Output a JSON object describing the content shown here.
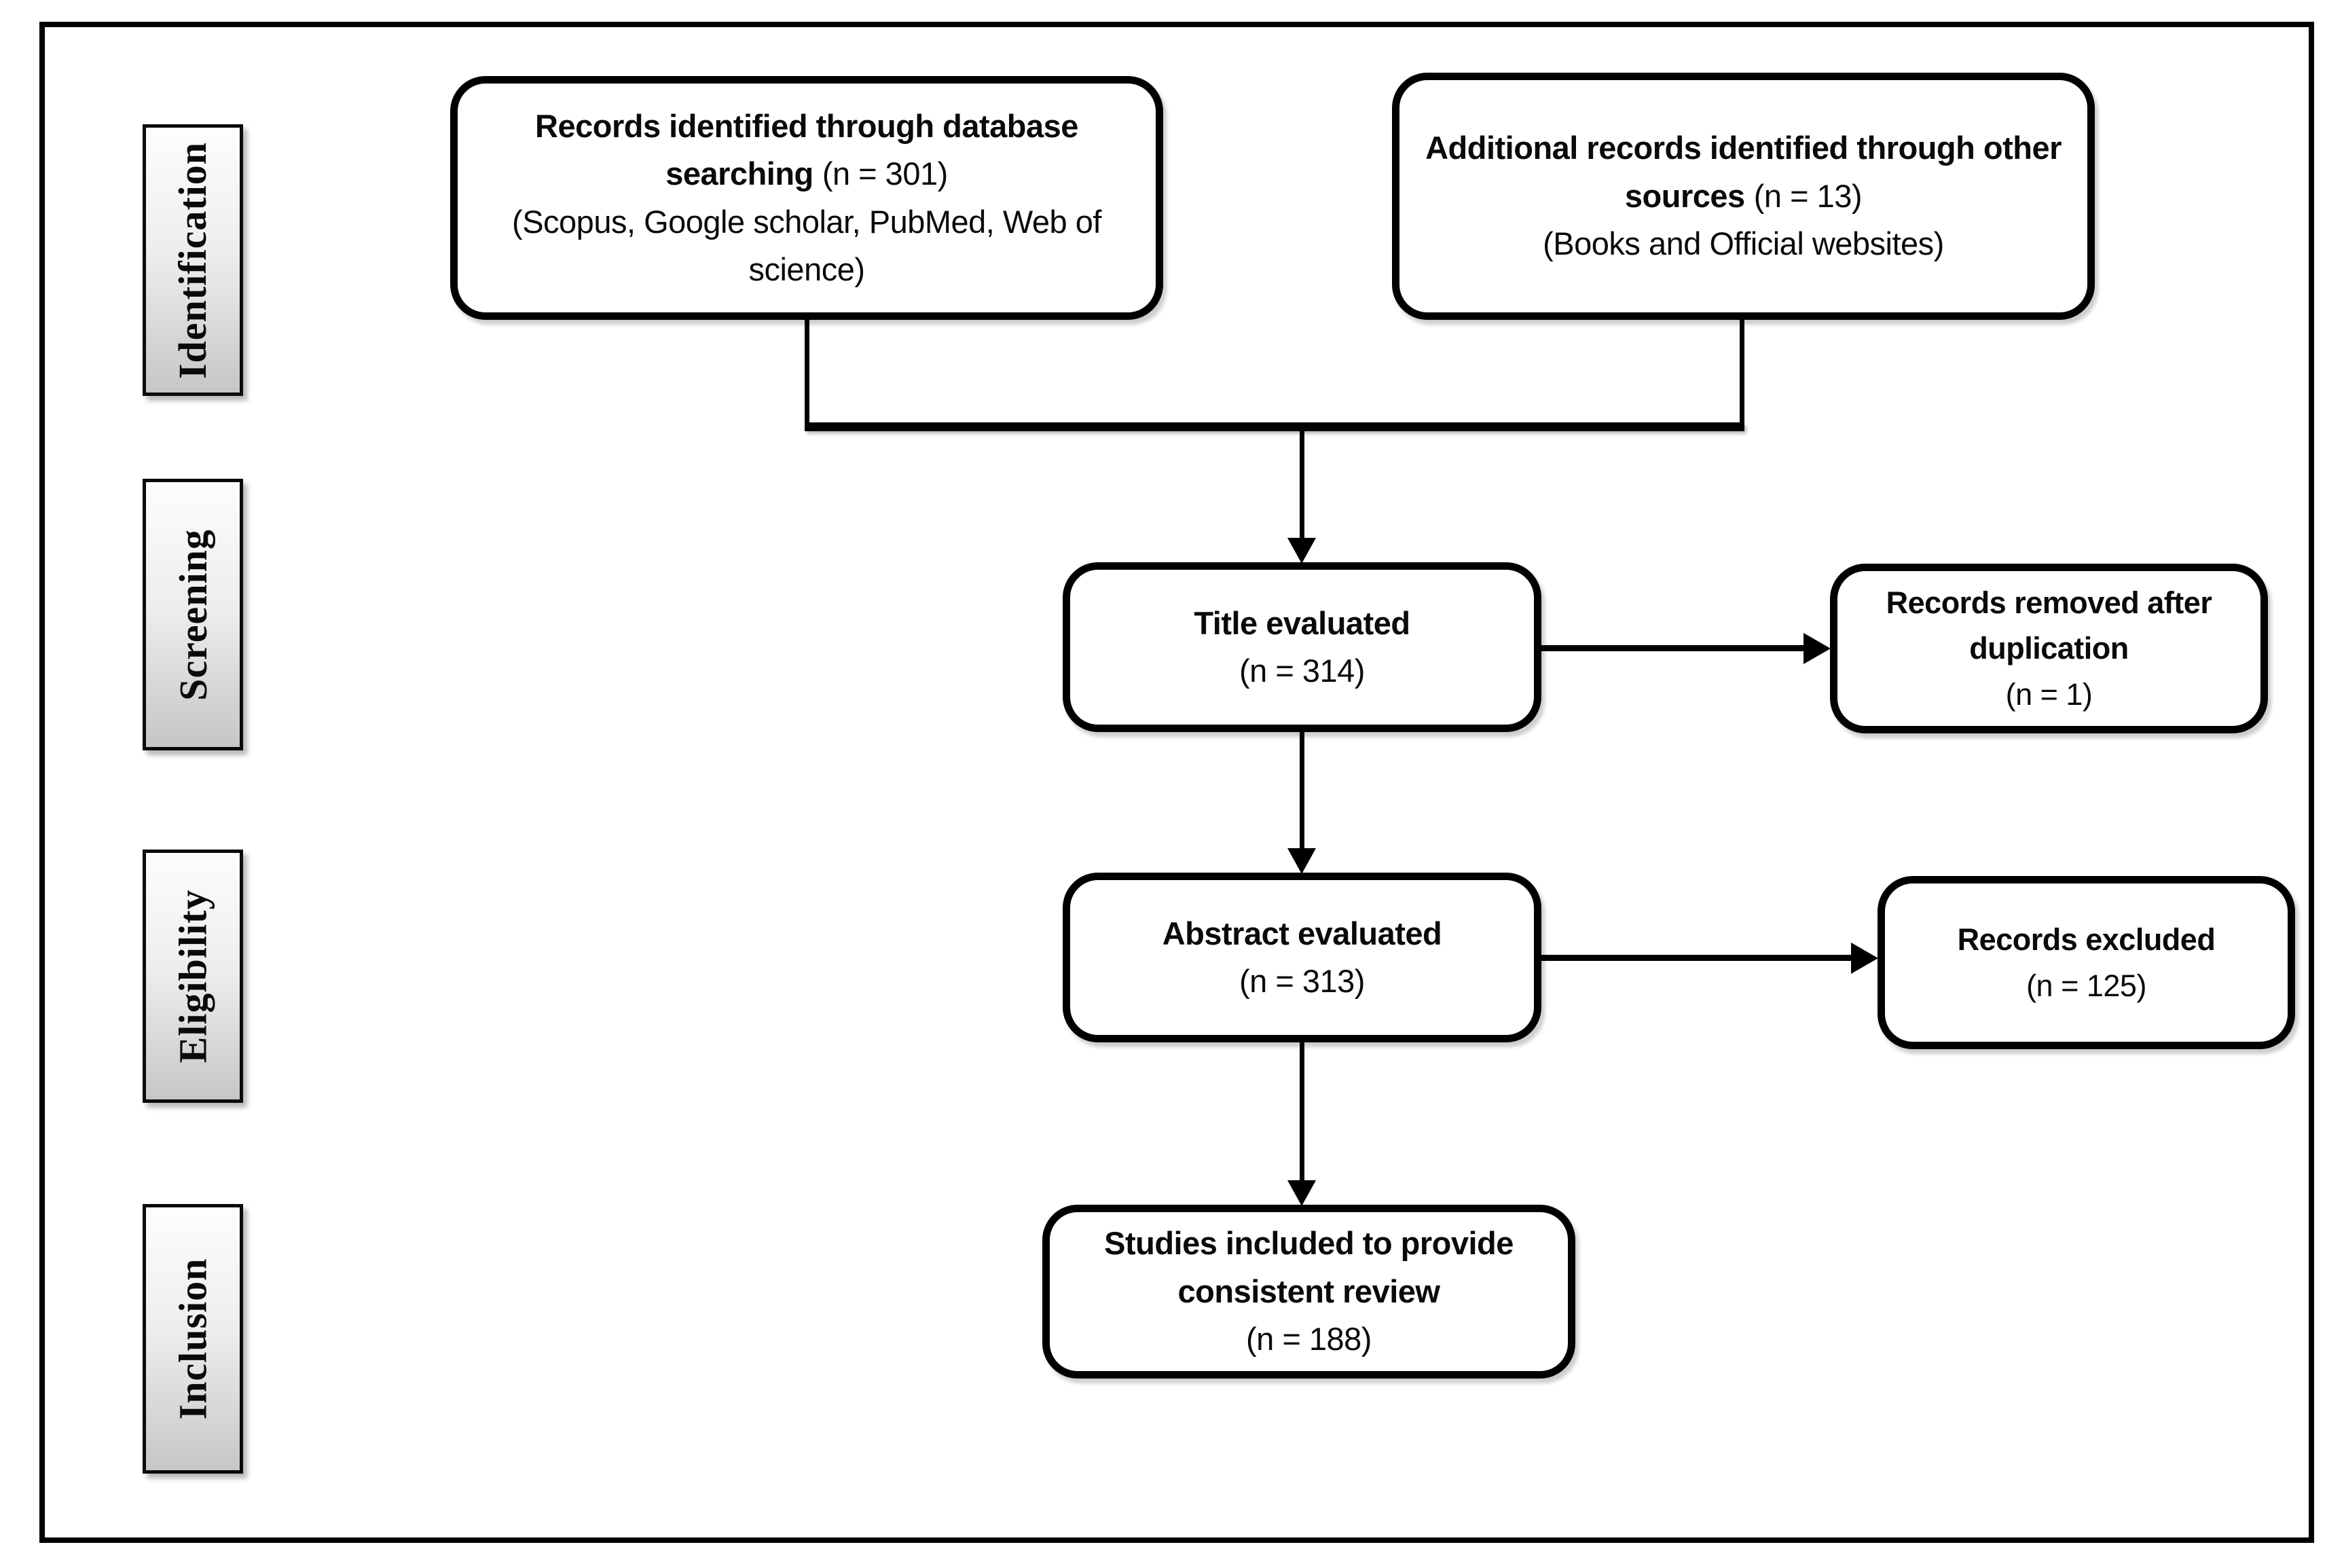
{
  "stages": [
    {
      "label": "Identification"
    },
    {
      "label": "Screening"
    },
    {
      "label": "Eligibility"
    },
    {
      "label": "Inclusion"
    }
  ],
  "boxes": {
    "database_search": {
      "title": "Records identified through database searching",
      "count": "(n = 301)",
      "note": "(Scopus, Google scholar, PubMed, Web of science)"
    },
    "other_sources": {
      "title": "Additional records identified through other sources",
      "count": "(n = 13)",
      "note": "(Books and Official websites)"
    },
    "title_evaluated": {
      "title": "Title evaluated",
      "count": "(n = 314)"
    },
    "records_removed": {
      "title": "Records removed after duplication",
      "count": "(n = 1)"
    },
    "abstract_evaluated": {
      "title": "Abstract evaluated",
      "count": "(n = 313)"
    },
    "records_excluded": {
      "title": "Records excluded",
      "count": "(n = 125)"
    },
    "studies_included": {
      "title": "Studies included to provide consistent review",
      "count": "(n = 188)"
    }
  },
  "colors": {
    "line": "#000000",
    "text": "#0a0a0a",
    "box_background": "#ffffff",
    "stage_gradient_top": "#fdfdfd",
    "stage_gradient_bottom": "#c6c6c6"
  }
}
